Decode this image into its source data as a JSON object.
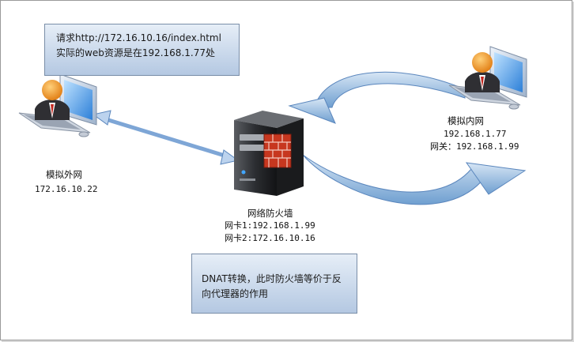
{
  "callout_request": {
    "line1": "请求http://172.16.10.16/index.html",
    "line2": "实际的web资源是在192.168.1.77处"
  },
  "external": {
    "name": "模拟外网",
    "ip": "172.16.10.22"
  },
  "internal": {
    "name": "模拟内网",
    "ip": "192.168.1.77",
    "gateway": "网关：192.168.1.99"
  },
  "firewall": {
    "name": "网络防火墙",
    "nic1": "网卡1:192.168.1.99",
    "nic2": "网卡2:172.16.10.16"
  },
  "callout_dnat": {
    "line1": "DNAT转换，此时防火墙等价于反",
    "line2": "向代理器的作用"
  },
  "icons": [
    "user-workstation-icon",
    "firewall-server-icon"
  ]
}
